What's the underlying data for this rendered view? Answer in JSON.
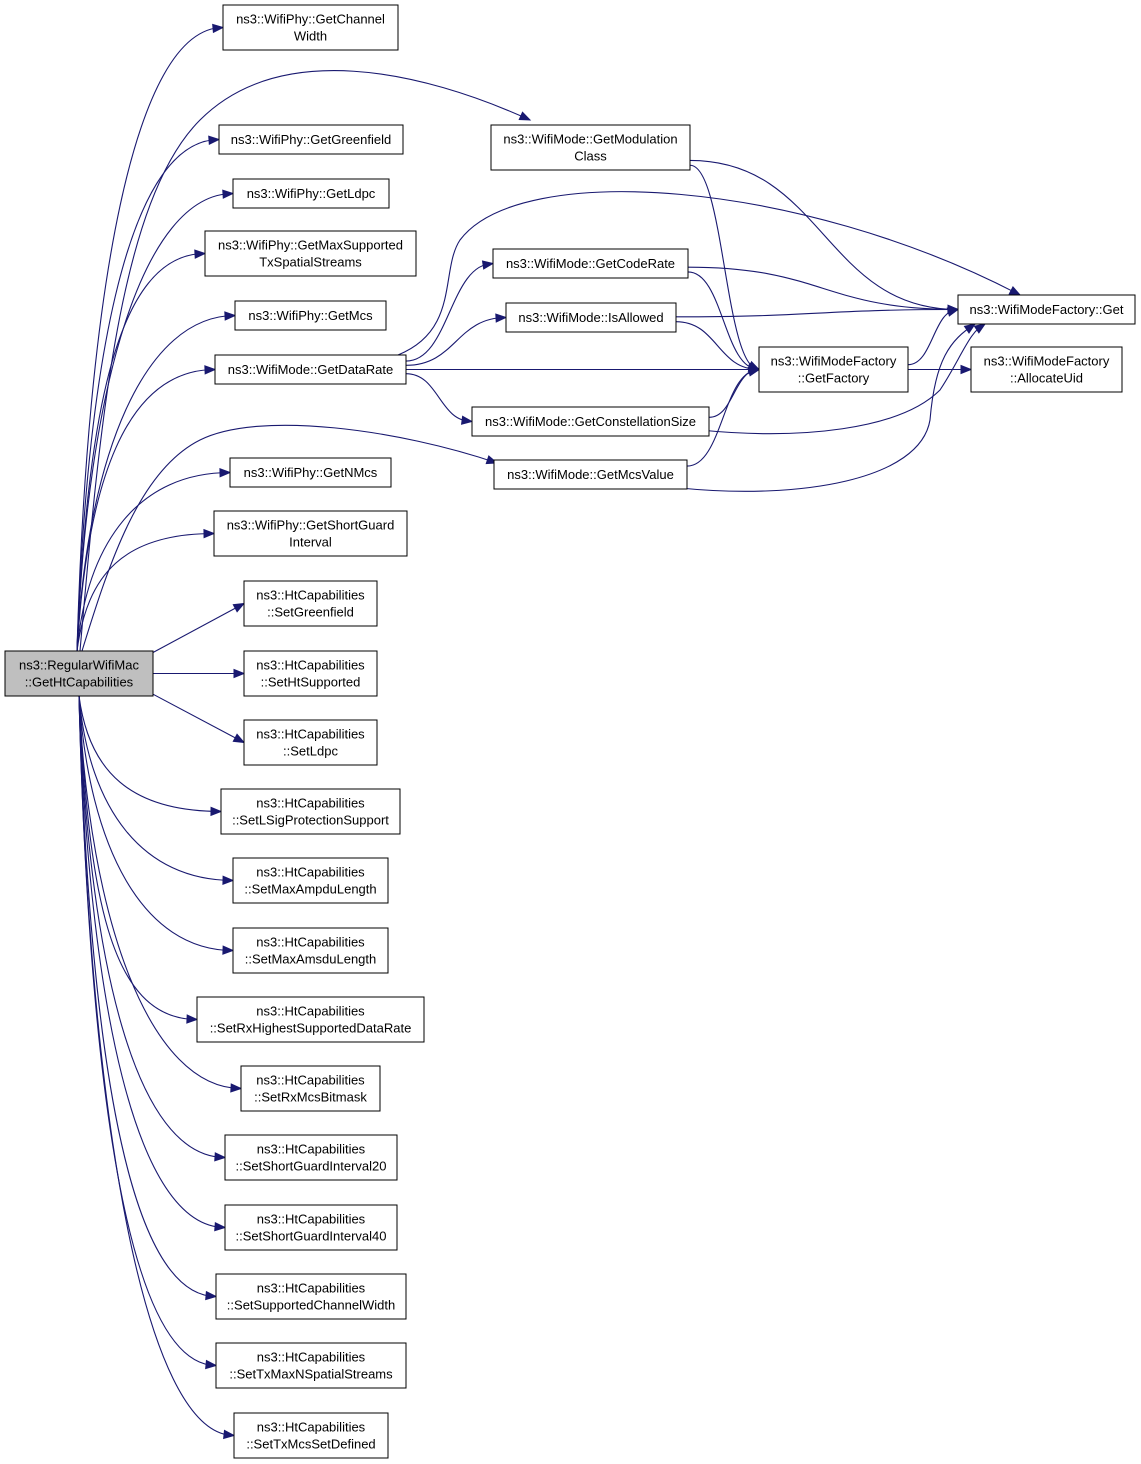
{
  "graph": {
    "root": {
      "id": "root",
      "lines": [
        "ns3::RegularWifiMac",
        "::GetHtCapabilities"
      ]
    },
    "nodes": [
      {
        "id": "n_chw",
        "lines": [
          "ns3::WifiPhy::GetChannel",
          "Width"
        ]
      },
      {
        "id": "n_modclass",
        "lines": [
          "ns3::WifiMode::GetModulation",
          "Class"
        ]
      },
      {
        "id": "n_green",
        "lines": [
          "ns3::WifiPhy::GetGreenfield"
        ]
      },
      {
        "id": "n_ldpc",
        "lines": [
          "ns3::WifiPhy::GetLdpc"
        ]
      },
      {
        "id": "n_maxss",
        "lines": [
          "ns3::WifiPhy::GetMaxSupported",
          "TxSpatialStreams"
        ]
      },
      {
        "id": "n_getmcs",
        "lines": [
          "ns3::WifiPhy::GetMcs"
        ]
      },
      {
        "id": "n_datarate",
        "lines": [
          "ns3::WifiMode::GetDataRate"
        ]
      },
      {
        "id": "n_coderate",
        "lines": [
          "ns3::WifiMode::GetCodeRate"
        ]
      },
      {
        "id": "n_isallowed",
        "lines": [
          "ns3::WifiMode::IsAllowed"
        ]
      },
      {
        "id": "n_get",
        "lines": [
          "ns3::WifiModeFactory::Get"
        ]
      },
      {
        "id": "n_factory",
        "lines": [
          "ns3::WifiModeFactory",
          "::GetFactory"
        ]
      },
      {
        "id": "n_uid",
        "lines": [
          "ns3::WifiModeFactory",
          "::AllocateUid"
        ]
      },
      {
        "id": "n_constsize",
        "lines": [
          "ns3::WifiMode::GetConstellationSize"
        ]
      },
      {
        "id": "n_mcsvalue",
        "lines": [
          "ns3::WifiMode::GetMcsValue"
        ]
      },
      {
        "id": "n_nmcs",
        "lines": [
          "ns3::WifiPhy::GetNMcs"
        ]
      },
      {
        "id": "n_sgi",
        "lines": [
          "ns3::WifiPhy::GetShortGuard",
          "Interval"
        ]
      },
      {
        "id": "n_setgreen",
        "lines": [
          "ns3::HtCapabilities",
          "::SetGreenfield"
        ]
      },
      {
        "id": "n_setht",
        "lines": [
          "ns3::HtCapabilities",
          "::SetHtSupported"
        ]
      },
      {
        "id": "n_setldpc",
        "lines": [
          "ns3::HtCapabilities",
          "::SetLdpc"
        ]
      },
      {
        "id": "n_setlsig",
        "lines": [
          "ns3::HtCapabilities",
          "::SetLSigProtectionSupport"
        ]
      },
      {
        "id": "n_setampdu",
        "lines": [
          "ns3::HtCapabilities",
          "::SetMaxAmpduLength"
        ]
      },
      {
        "id": "n_setamsdu",
        "lines": [
          "ns3::HtCapabilities",
          "::SetMaxAmsduLength"
        ]
      },
      {
        "id": "n_setrxhigh",
        "lines": [
          "ns3::HtCapabilities",
          "::SetRxHighestSupportedDataRate"
        ]
      },
      {
        "id": "n_setrxmcs",
        "lines": [
          "ns3::HtCapabilities",
          "::SetRxMcsBitmask"
        ]
      },
      {
        "id": "n_setsgi20",
        "lines": [
          "ns3::HtCapabilities",
          "::SetShortGuardInterval20"
        ]
      },
      {
        "id": "n_setsgi40",
        "lines": [
          "ns3::HtCapabilities",
          "::SetShortGuardInterval40"
        ]
      },
      {
        "id": "n_setchw",
        "lines": [
          "ns3::HtCapabilities",
          "::SetSupportedChannelWidth"
        ]
      },
      {
        "id": "n_settxmaxss",
        "lines": [
          "ns3::HtCapabilities",
          "::SetTxMaxNSpatialStreams"
        ]
      },
      {
        "id": "n_settxmcs",
        "lines": [
          "ns3::HtCapabilities",
          "::SetTxMcsSetDefined"
        ]
      }
    ],
    "edges": [
      [
        "root",
        "n_chw"
      ],
      [
        "root",
        "n_modclass"
      ],
      [
        "root",
        "n_green"
      ],
      [
        "root",
        "n_ldpc"
      ],
      [
        "root",
        "n_maxss"
      ],
      [
        "root",
        "n_getmcs"
      ],
      [
        "root",
        "n_datarate"
      ],
      [
        "root",
        "n_mcsvalue"
      ],
      [
        "root",
        "n_nmcs"
      ],
      [
        "root",
        "n_sgi"
      ],
      [
        "root",
        "n_setgreen"
      ],
      [
        "root",
        "n_setht"
      ],
      [
        "root",
        "n_setldpc"
      ],
      [
        "root",
        "n_setlsig"
      ],
      [
        "root",
        "n_setampdu"
      ],
      [
        "root",
        "n_setamsdu"
      ],
      [
        "root",
        "n_setrxhigh"
      ],
      [
        "root",
        "n_setrxmcs"
      ],
      [
        "root",
        "n_setsgi20"
      ],
      [
        "root",
        "n_setsgi40"
      ],
      [
        "root",
        "n_setchw"
      ],
      [
        "root",
        "n_settxmaxss"
      ],
      [
        "root",
        "n_settxmcs"
      ],
      [
        "n_modclass",
        "n_get"
      ],
      [
        "n_modclass",
        "n_factory"
      ],
      [
        "n_datarate",
        "n_get"
      ],
      [
        "n_datarate",
        "n_coderate"
      ],
      [
        "n_datarate",
        "n_isallowed"
      ],
      [
        "n_datarate",
        "n_factory"
      ],
      [
        "n_datarate",
        "n_constsize"
      ],
      [
        "n_coderate",
        "n_get"
      ],
      [
        "n_coderate",
        "n_factory"
      ],
      [
        "n_isallowed",
        "n_get"
      ],
      [
        "n_isallowed",
        "n_factory"
      ],
      [
        "n_constsize",
        "n_factory"
      ],
      [
        "n_constsize",
        "n_get"
      ],
      [
        "n_mcsvalue",
        "n_factory"
      ],
      [
        "n_mcsvalue",
        "n_get"
      ],
      [
        "n_factory",
        "n_get"
      ],
      [
        "n_factory",
        "n_uid"
      ]
    ]
  }
}
